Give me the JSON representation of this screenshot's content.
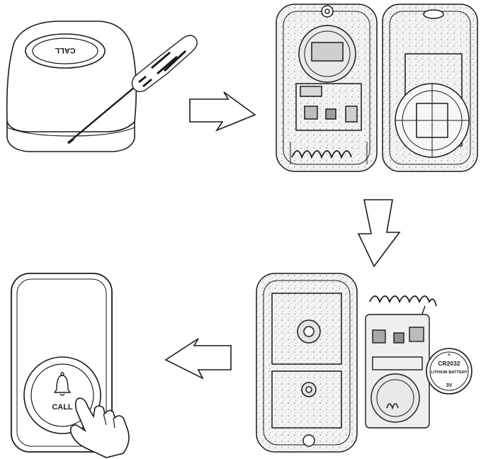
{
  "steps": {
    "step1": {
      "device_lid_text": "CALL"
    },
    "step4": {
      "button_label": "CALL"
    }
  },
  "battery": {
    "model": "CR2032",
    "type": "LITHIUM BATTERY",
    "voltage": "3V"
  },
  "colors": {
    "ink": "#1a1a1a",
    "paper": "#ffffff",
    "shade": "#bdbdbd"
  }
}
